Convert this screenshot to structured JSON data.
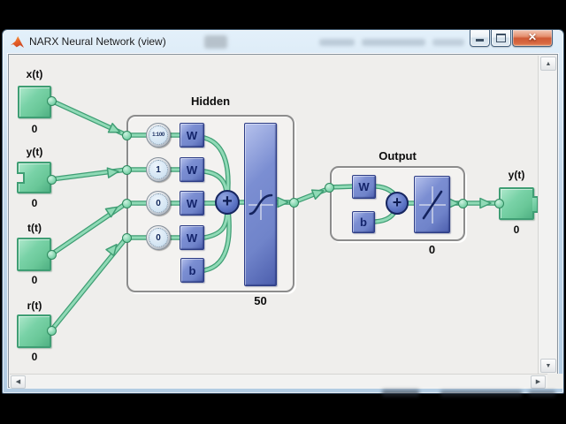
{
  "window": {
    "title": "NARX Neural Network (view)",
    "controls": {
      "close_glyph": "✕"
    }
  },
  "icons": {
    "scroll_up": "▲",
    "scroll_down": "▼",
    "scroll_left": "◀",
    "scroll_right": "▶"
  },
  "colors": {
    "block_green": "#76d1a5",
    "block_green_border": "#3f9e74",
    "block_blue": "#7488ce",
    "block_blue_border": "#2c3c85",
    "sum_blue": "#5b73c4",
    "wire_green": "#90dab6",
    "canvas_bg": "#efeeec"
  },
  "diagram": {
    "inputs": [
      {
        "label": "x(t)",
        "value": "0"
      },
      {
        "label": "y(t)",
        "value": "0"
      },
      {
        "label": "t(t)",
        "value": "0"
      },
      {
        "label": "r(t)",
        "value": "0"
      }
    ],
    "hidden": {
      "title": "Hidden",
      "delays": [
        "1:100",
        "1",
        "0",
        "0"
      ],
      "weights": [
        "W",
        "W",
        "W",
        "W"
      ],
      "bias": "b",
      "sum": "+",
      "neurons": "50"
    },
    "output": {
      "title": "Output",
      "weight": "W",
      "bias": "b",
      "sum": "+",
      "neurons": "0"
    },
    "final_output": {
      "label": "y(t)",
      "value": "0"
    }
  }
}
